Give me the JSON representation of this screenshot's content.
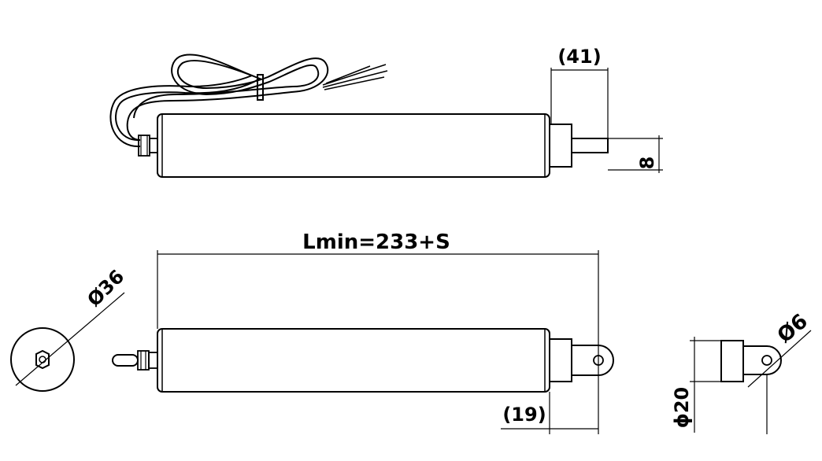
{
  "dimensions": {
    "rod_extension": "(41)",
    "rod_diameter": "8",
    "min_length": "Lmin=233+S",
    "body_diameter": "Ø36",
    "eye_offset": "(19)",
    "eye_hole_diameter": "Ø6",
    "eye_width": "ϕ20"
  },
  "colors": {
    "line": "#000000",
    "background": "#ffffff"
  }
}
